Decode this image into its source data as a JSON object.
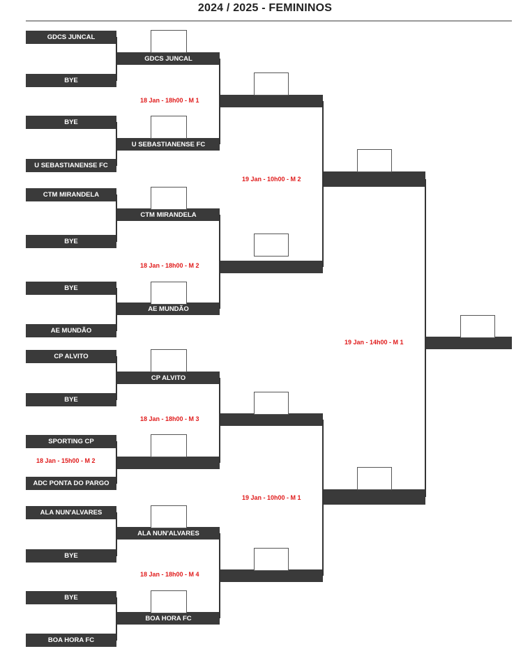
{
  "header": {
    "title": "2024 / 2025 -  FEMININOS"
  },
  "round1": [
    "GDCS JUNCAL",
    "BYE",
    "BYE",
    "U SEBASTIANENSE FC",
    "CTM MIRANDELA",
    "BYE",
    "BYE",
    "AE MUNDÃO",
    "CP ALVITO",
    "BYE",
    "SPORTING CP",
    "ADC PONTA DO PARGO",
    "ALA NUN'ALVARES",
    "BYE",
    "BYE",
    "BOA HORA FC"
  ],
  "round2": [
    "GDCS JUNCAL",
    "U SEBASTIANENSE FC",
    "CTM MIRANDELA",
    "AE MUNDÃO",
    "CP ALVITO",
    "",
    "ALA NUN'ALVARES",
    "BOA HORA FC"
  ],
  "match_labels": {
    "r1_m2": "18 Jan - 15h00 - M 2",
    "r2_m1": "18 Jan - 18h00 - M 1",
    "r2_m2": "18 Jan - 18h00 - M 2",
    "r2_m3": "18 Jan - 18h00 - M 3",
    "r2_m4": "18 Jan - 18h00 - M 4",
    "qf_m2": "19 Jan  - 10h00 - M 2",
    "qf_m1": "19 Jan  - 10h00 - M 1",
    "sf_m1": "19 Jan  - 14h00 - M 1"
  }
}
